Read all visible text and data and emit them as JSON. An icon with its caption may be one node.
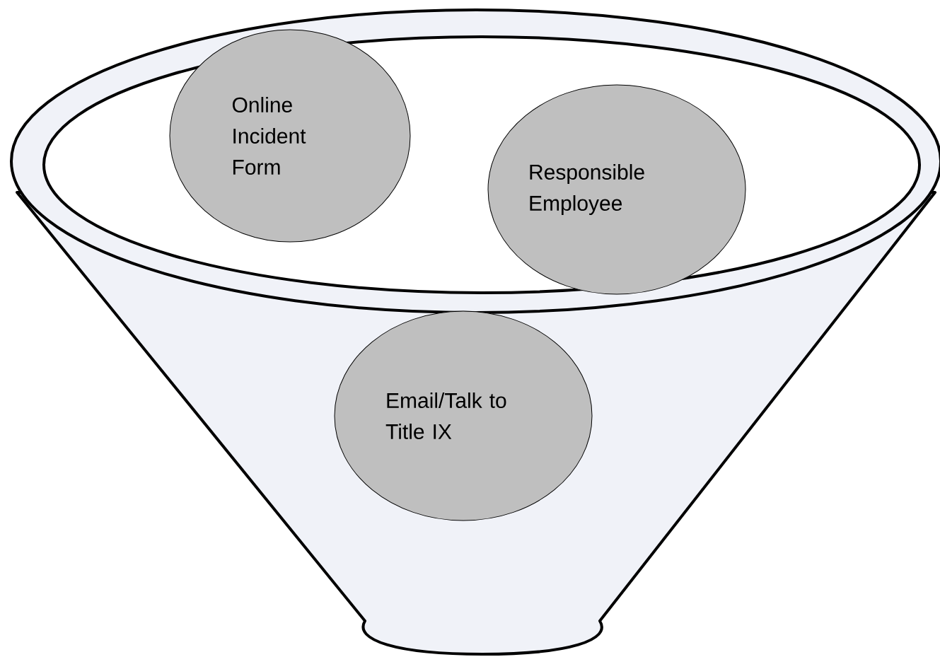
{
  "diagram": {
    "nodes": [
      {
        "text": [
          "Online Incident Form"
        ]
      },
      {
        "text": [
          "Responsible Employee"
        ]
      },
      {
        "text": [
          "Email/Talk to Title IX"
        ]
      }
    ]
  }
}
